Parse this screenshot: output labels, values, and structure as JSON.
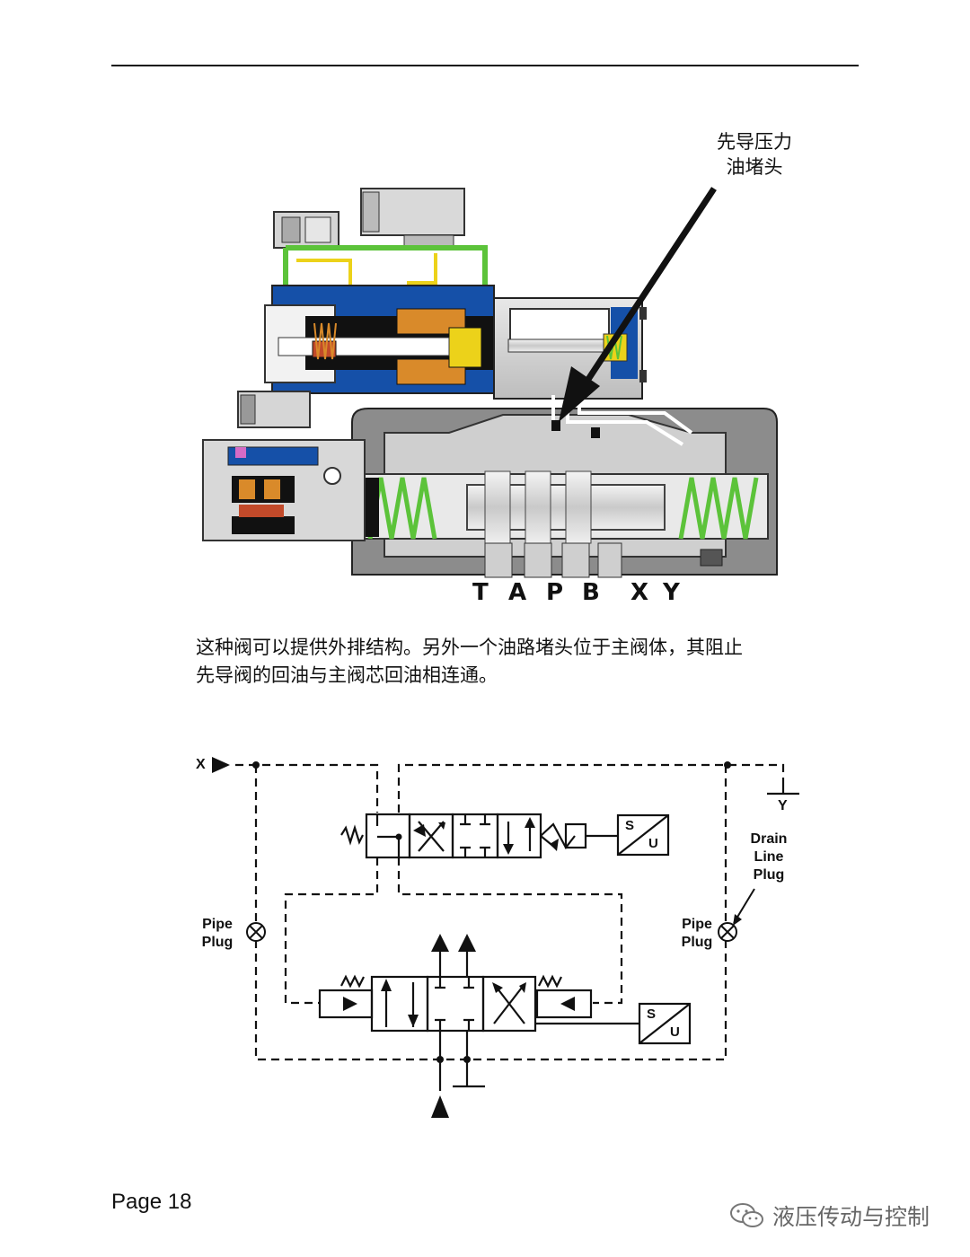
{
  "callout": {
    "line1": "先导压力",
    "line2": "油堵头"
  },
  "ports": [
    {
      "label": "T"
    },
    {
      "label": "A"
    },
    {
      "label": "P"
    },
    {
      "label": "B"
    },
    {
      "label": "X"
    },
    {
      "label": "Y"
    }
  ],
  "paragraph": {
    "line1": "这种阀可以提供外排结构。另外一个油路堵头位于主阀体，其阻止",
    "line2": "先导阀的回油与主阀芯回油相连通。"
  },
  "schematic": {
    "x_label": "X",
    "y_label": "Y",
    "pipe_plug_left": "Pipe Plug",
    "pipe_plug_right": "Pipe Plug",
    "drain_line_plug": "Drain Line Plug",
    "solenoid_s": "S",
    "solenoid_u": "U"
  },
  "footer": {
    "page": "Page 18",
    "watermark": "液压传动与控制"
  },
  "colors": {
    "blue": "#1550a8",
    "green": "#5cc33a",
    "yellow": "#ecd21a",
    "orange": "#d98a2a",
    "gray_body": "#8c8c8c",
    "light_gray": "#cfcfcf"
  }
}
